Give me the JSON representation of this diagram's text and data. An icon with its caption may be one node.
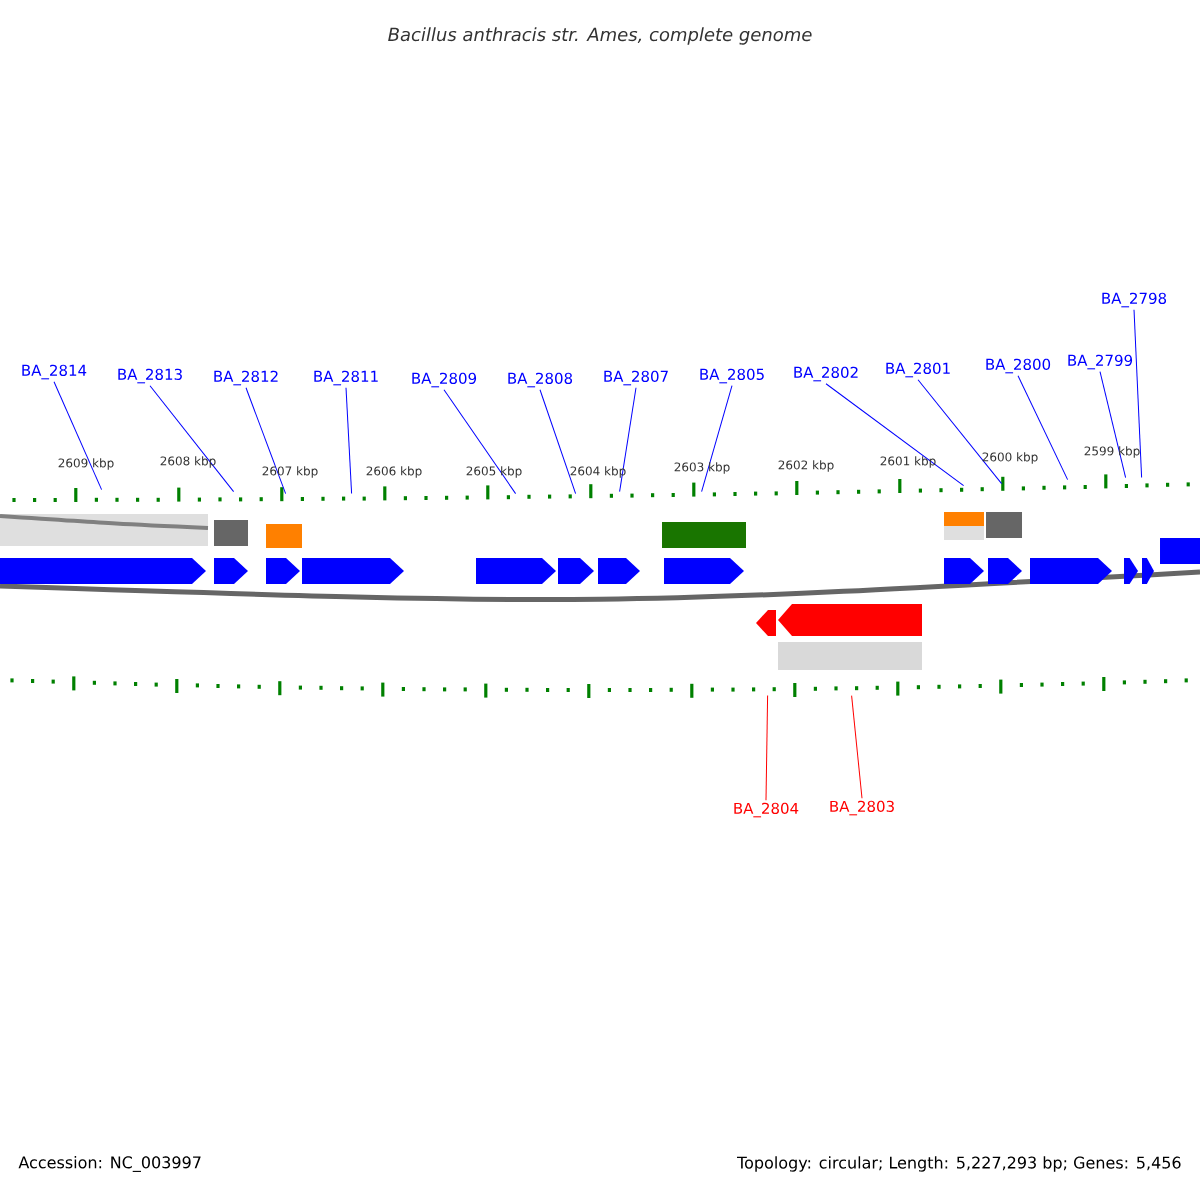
{
  "diagram": {
    "title": "Bacillus anthracis str. Ames, complete genome",
    "nodes": [
      {
        "text": [
          "BA_2814"
        ]
      },
      {
        "text": [
          "BA_2813"
        ]
      },
      {
        "text": [
          "BA_2812"
        ]
      },
      {
        "text": [
          "BA_2811"
        ]
      },
      {
        "text": [
          "BA_2809"
        ]
      },
      {
        "text": [
          "BA_2808"
        ]
      },
      {
        "text": [
          "BA_2807"
        ]
      },
      {
        "text": [
          "BA_2805"
        ]
      },
      {
        "text": [
          "BA_2802"
        ]
      },
      {
        "text": [
          "BA_2801"
        ]
      },
      {
        "text": [
          "BA_2800"
        ]
      },
      {
        "text": [
          "BA_2799"
        ]
      },
      {
        "text": [
          "BA_2798"
        ]
      },
      {
        "text": [
          "BA_2804"
        ]
      },
      {
        "text": [
          "BA_2803"
        ]
      },
      {
        "text": [],
        "shape": "ruler"
      },
      {
        "text": [],
        "shape": "ruler"
      }
    ],
    "edges": [
      {
        "from": 0,
        "to": 15,
        "arrow": "none"
      },
      {
        "from": 1,
        "to": 15,
        "arrow": "none"
      },
      {
        "from": 2,
        "to": 15,
        "arrow": "none"
      },
      {
        "from": 3,
        "to": 15,
        "arrow": "none"
      },
      {
        "from": 4,
        "to": 15,
        "arrow": "none"
      },
      {
        "from": 5,
        "to": 15,
        "arrow": "none"
      },
      {
        "from": 6,
        "to": 15,
        "arrow": "none"
      },
      {
        "from": 7,
        "to": 15,
        "arrow": "none"
      },
      {
        "from": 8,
        "to": 15,
        "arrow": "none"
      },
      {
        "from": 9,
        "to": 15,
        "arrow": "none"
      },
      {
        "from": 10,
        "to": 15,
        "arrow": "none"
      },
      {
        "from": 11,
        "to": 15,
        "arrow": "none"
      },
      {
        "from": 12,
        "to": 15,
        "arrow": "none"
      },
      {
        "from": 13,
        "to": 16,
        "arrow": "none",
        "color": "#ff0000"
      },
      {
        "from": 14,
        "to": 16,
        "arrow": "none",
        "color": "#ff0000"
      }
    ],
    "labels": [
      "2609 kbp",
      "2608 kbp",
      "2607 kbp",
      "2606 kbp",
      "2605 kbp",
      "2604 kbp",
      "2603 kbp",
      "2602 kbp",
      "2601 kbp",
      "2600 kbp",
      "2599 kbp",
      "Accession: NC_003997",
      "Topology: circular; Length: 5,227,293 bp; Genes: 5,456"
    ]
  }
}
